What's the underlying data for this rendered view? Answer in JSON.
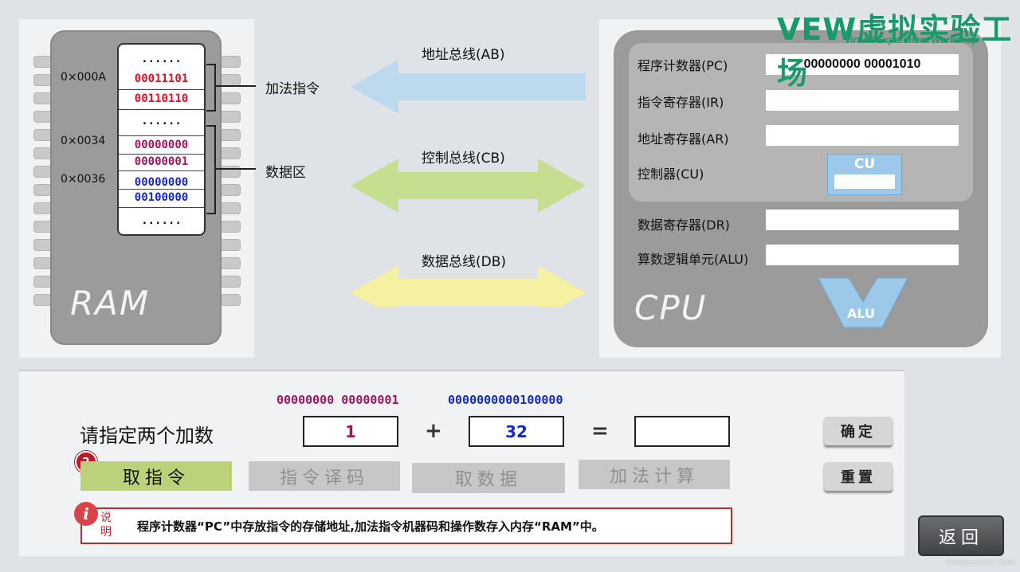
{
  "logo": {
    "main": "VEW虚拟实验工场",
    "sub": "Virtual Experiment Workshop"
  },
  "ram": {
    "label": "RAM",
    "cells": [
      {
        "text": "......",
        "color": "#111111"
      },
      {
        "text": "00011101",
        "color": "#e01020"
      },
      {
        "text": "00110110",
        "color": "#e01020"
      },
      {
        "text": "......",
        "color": "#111111"
      },
      {
        "text": "00000000",
        "color": "#a0145f"
      },
      {
        "text": "00000001",
        "color": "#a0145f"
      },
      {
        "text": "00000000",
        "color": "#1428c8"
      },
      {
        "text": "00100000",
        "color": "#1428c8"
      },
      {
        "text": "......",
        "color": "#111111"
      }
    ],
    "addresses": [
      "0×000A",
      "0×0034",
      "0×0036"
    ],
    "group_labels": {
      "instruction": "加法指令",
      "data": "数据区"
    }
  },
  "buses": {
    "address": "地址总线(AB)",
    "control": "控制总线(CB)",
    "data": "数据总线(DB)",
    "colors": {
      "address": "#bcd9ee",
      "control": "#c6de8f",
      "data": "#f6f1a0"
    }
  },
  "cpu": {
    "label": "CPU",
    "registers": {
      "pc": {
        "label": "程序计数器(PC)",
        "value": "00000000 00001010"
      },
      "ir": {
        "label": "指令寄存器(IR)",
        "value": ""
      },
      "ar": {
        "label": "地址寄存器(AR)",
        "value": ""
      },
      "cu": {
        "label": "控制器(CU)",
        "badge": "CU"
      },
      "dr": {
        "label": "数据寄存器(DR)",
        "value": ""
      },
      "alu": {
        "label": "算数逻辑单元(ALU)",
        "value": "",
        "badge": "ALU"
      }
    }
  },
  "operation": {
    "prompt": "请指定两个加数",
    "operand1_binary": "00000000 00000001",
    "operand2_binary": "0000000000100000",
    "operand1": "1",
    "operand2": "32",
    "plus": "+",
    "equals": "=",
    "result": "",
    "step_badge": "2",
    "steps": [
      {
        "label": "取指令",
        "active": true
      },
      {
        "label": "指令译码",
        "active": false
      },
      {
        "label": "取数据",
        "active": false
      },
      {
        "label": "加法计算",
        "active": false
      }
    ],
    "confirm": "确定",
    "reset": "重置"
  },
  "info": {
    "icon": "i",
    "label": "说明",
    "text": "程序计数器“PC”中存放指令的存储地址,加法指令机器码和操作数存入内存“RAM”中。"
  },
  "back": "返回",
  "footer": "Development Build"
}
